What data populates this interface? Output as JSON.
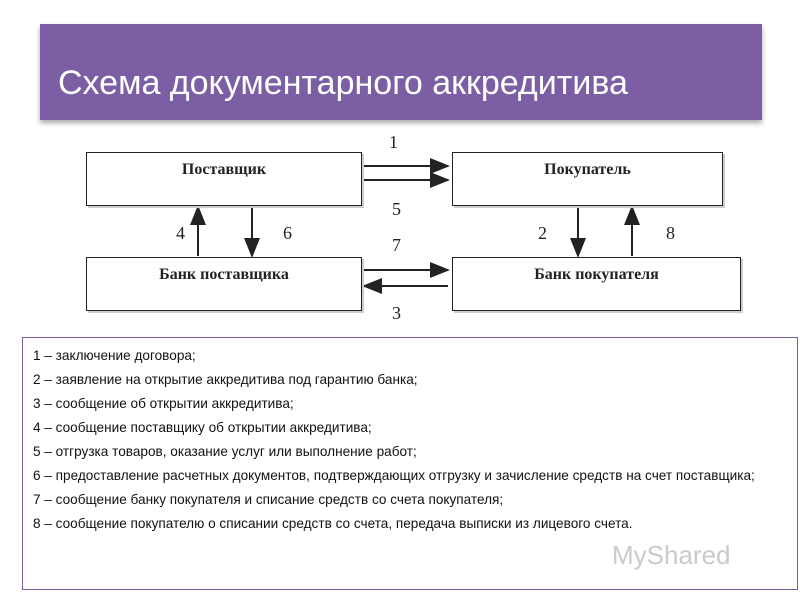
{
  "title": "Схема документарного аккредитива",
  "boxes": {
    "supplier": "Поставщик",
    "buyer": "Покупатель",
    "supplier_bank": "Банк поставщика",
    "buyer_bank": "Банк покупателя"
  },
  "arrow_numbers": {
    "n1": "1",
    "n2": "2",
    "n3": "3",
    "n4": "4",
    "n5": "5",
    "n6": "6",
    "n7": "7",
    "n8": "8"
  },
  "legend": [
    "1 – заключение договора;",
    "2 – заявление на открытие аккредитива под гарантию банка;",
    "3 – сообщение об открытии аккредитива;",
    "4 – сообщение поставщику об открытии аккредитива;",
    "5 – отгрузка товаров, оказание услуг или выполнение работ;",
    "6 – предоставление расчетных документов, подтверждающих отгрузку и зачисление средств на счет поставщика;",
    "7 – сообщение банку покупателя и списание средств со счета покупателя;",
    "8 – сообщение покупателю о списании средств со счета, передача выписки из лицевого счета."
  ],
  "watermark": "MyShared"
}
